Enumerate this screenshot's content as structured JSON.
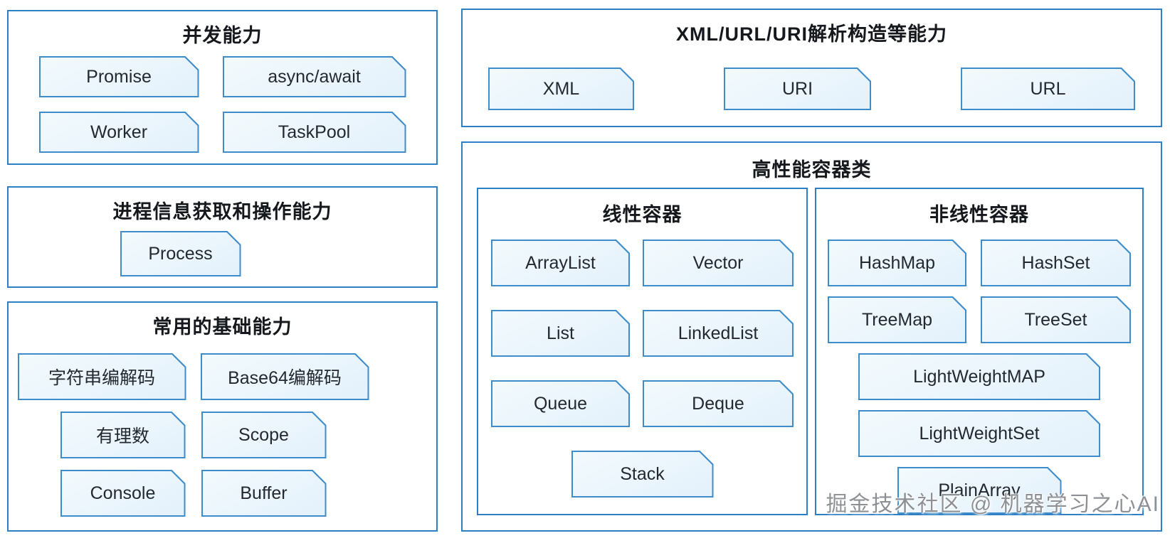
{
  "colors": {
    "box_border": "#2e7fc3",
    "chip_border": "#3f8cca",
    "chip_fill_a": "#f3fafd",
    "chip_fill_b": "#e3f1fb",
    "title_text": "#15181c",
    "chip_text": "#24292f",
    "watermark_text": "#8d9196"
  },
  "sections": {
    "concurrency": {
      "title": "并发能力",
      "chips": [
        "Promise",
        "async/await",
        "Worker",
        "TaskPool"
      ]
    },
    "process": {
      "title": "进程信息获取和操作能力",
      "chips": [
        "Process"
      ]
    },
    "basic": {
      "title": "常用的基础能力",
      "chips": [
        "字符串编解码",
        "Base64编解码",
        "有理数",
        "Scope",
        "Console",
        "Buffer"
      ]
    },
    "xml_uri_url": {
      "title": "XML/URL/URI解析构造等能力",
      "chips": [
        "XML",
        "URI",
        "URL"
      ]
    },
    "containers": {
      "title": "高性能容器类",
      "linear": {
        "title": "线性容器",
        "chips": [
          "ArrayList",
          "Vector",
          "List",
          "LinkedList",
          "Queue",
          "Deque",
          "Stack"
        ]
      },
      "nonlinear": {
        "title": "非线性容器",
        "chips": [
          "HashMap",
          "HashSet",
          "TreeMap",
          "TreeSet",
          "LightWeightMAP",
          "LightWeightSet",
          "PlainArray"
        ]
      }
    }
  },
  "watermark": "掘金技术社区 @ 机器学习之心AI"
}
